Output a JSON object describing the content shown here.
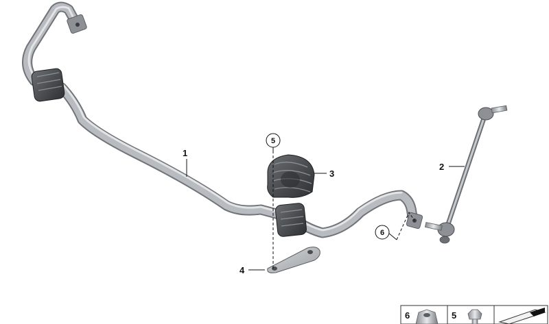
{
  "callouts": {
    "part_1": "1",
    "part_2": "2",
    "part_3": "3",
    "part_4": "4",
    "part_5": "5",
    "part_6": "6"
  },
  "legend": {
    "item_6": "6",
    "item_5": "5"
  },
  "colors": {
    "metal_dark": "#707478",
    "metal_mid": "#b8bcc0",
    "rubber": "#4a4c4f",
    "line": "#111111"
  }
}
